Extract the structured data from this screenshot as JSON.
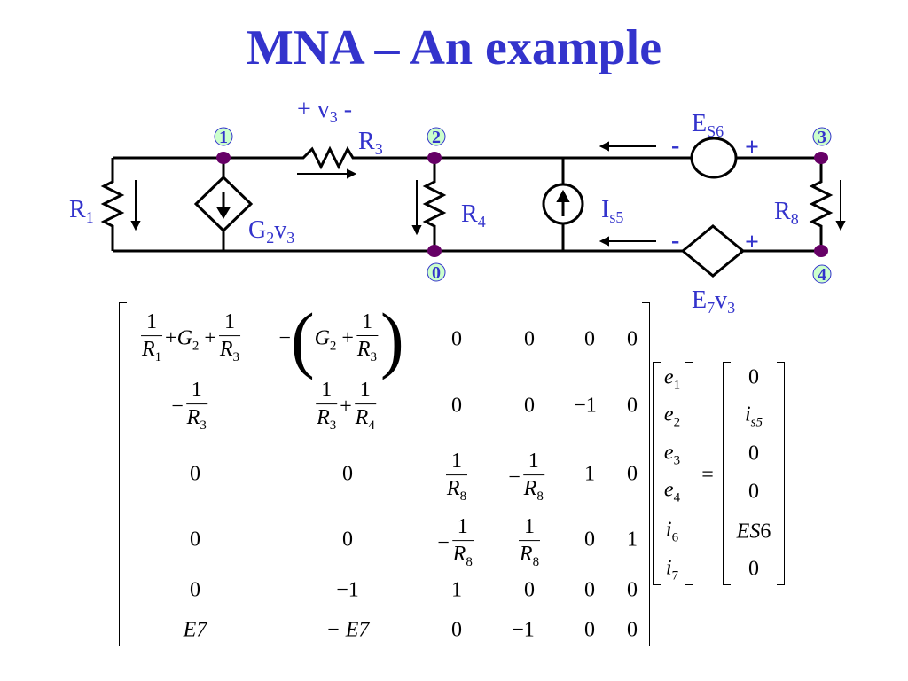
{
  "title": "MNA – An example",
  "circuit": {
    "nodes": [
      "1",
      "2",
      "3",
      "0",
      "4"
    ],
    "labels": {
      "v3": "+ v",
      "v3_sub": "3",
      "v3_minus": " -",
      "R1": "R",
      "R1_sub": "1",
      "R3": "R",
      "R3_sub": "3",
      "R4": "R",
      "R4_sub": "4",
      "R8": "R",
      "R8_sub": "8",
      "G2v3_a": "G",
      "G2v3_sub1": "2",
      "G2v3_b": "v",
      "G2v3_sub2": "3",
      "Is5": "I",
      "Is5_sub": "s5",
      "Es6": "E",
      "Es6_sub": "S6",
      "E7v3_a": "E",
      "E7v3_sub1": "7",
      "E7v3_b": "v",
      "E7v3_sub2": "3",
      "minus": "-",
      "plus": "+"
    },
    "colors": {
      "node": "#660066",
      "node_label_bg": "#ccffcc",
      "label": "#3333cc",
      "wire": "#000000"
    }
  },
  "matrix": {
    "rows": [
      [
        "1/R1 + G2 + 1/R3",
        "-(G2 + 1/R3)",
        "0",
        "0",
        "0",
        "0"
      ],
      [
        "-1/R3",
        "1/R3 + 1/R4",
        "0",
        "0",
        "-1",
        "0"
      ],
      [
        "0",
        "0",
        "1/R8",
        "-1/R8",
        "1",
        "0"
      ],
      [
        "0",
        "0",
        "-1/R8",
        "1/R8",
        "0",
        "1"
      ],
      [
        "0",
        "-1",
        "1",
        "0",
        "0",
        "0"
      ],
      [
        "E7",
        "-E7",
        "0",
        "-1",
        "0",
        "0"
      ]
    ],
    "cells": {
      "one": "1",
      "zero": "0",
      "minus_one": "−1",
      "minus": "−",
      "R": "R",
      "G": "G",
      "plus": "+",
      "sub1": "1",
      "sub2": "2",
      "sub3": "3",
      "sub4": "4",
      "sub8": "8",
      "E7": "E7",
      "minus_E7": "− E7",
      "lparen": "(",
      "rparen": ")"
    },
    "unknowns": [
      "e1",
      "e2",
      "e3",
      "e4",
      "i6",
      "i7"
    ],
    "unknowns_parts": [
      {
        "v": "e",
        "s": "1"
      },
      {
        "v": "e",
        "s": "2"
      },
      {
        "v": "e",
        "s": "3"
      },
      {
        "v": "e",
        "s": "4"
      },
      {
        "v": "i",
        "s": "6"
      },
      {
        "v": "i",
        "s": "7"
      }
    ],
    "equals": "=",
    "rhs": [
      "0",
      "is5",
      "0",
      "0",
      "ES6",
      "0"
    ],
    "rhs_parts": {
      "zero": "0",
      "is5_v": "i",
      "is5_s": "s5",
      "es6_v": "ES",
      "es6_n": "6"
    }
  }
}
